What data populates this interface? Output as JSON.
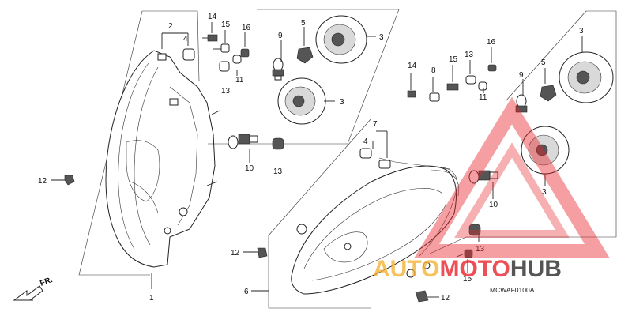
{
  "diagram_code": "MCWAF0100A",
  "front_indicator": "FR.",
  "watermark": {
    "text_a": "AUTO",
    "text_b": "MOTO",
    "text_c": "HUB",
    "color_a": "#f5b335",
    "color_b": "#e8242b",
    "color_c": "#2b2b2b",
    "triangle_color": "#e8242b"
  },
  "labels": {
    "left_assembly": [
      "1",
      "2",
      "4",
      "12"
    ],
    "left_box": [
      "14",
      "15",
      "16",
      "3",
      "5",
      "9",
      "11",
      "13",
      "10",
      "13",
      "3"
    ],
    "right_assembly": [
      "6",
      "7",
      "4",
      "12",
      "12",
      "14",
      "8",
      "15",
      "13",
      "16",
      "11"
    ],
    "right_box": [
      "3",
      "5",
      "9",
      "3",
      "10",
      "13",
      "15"
    ]
  }
}
